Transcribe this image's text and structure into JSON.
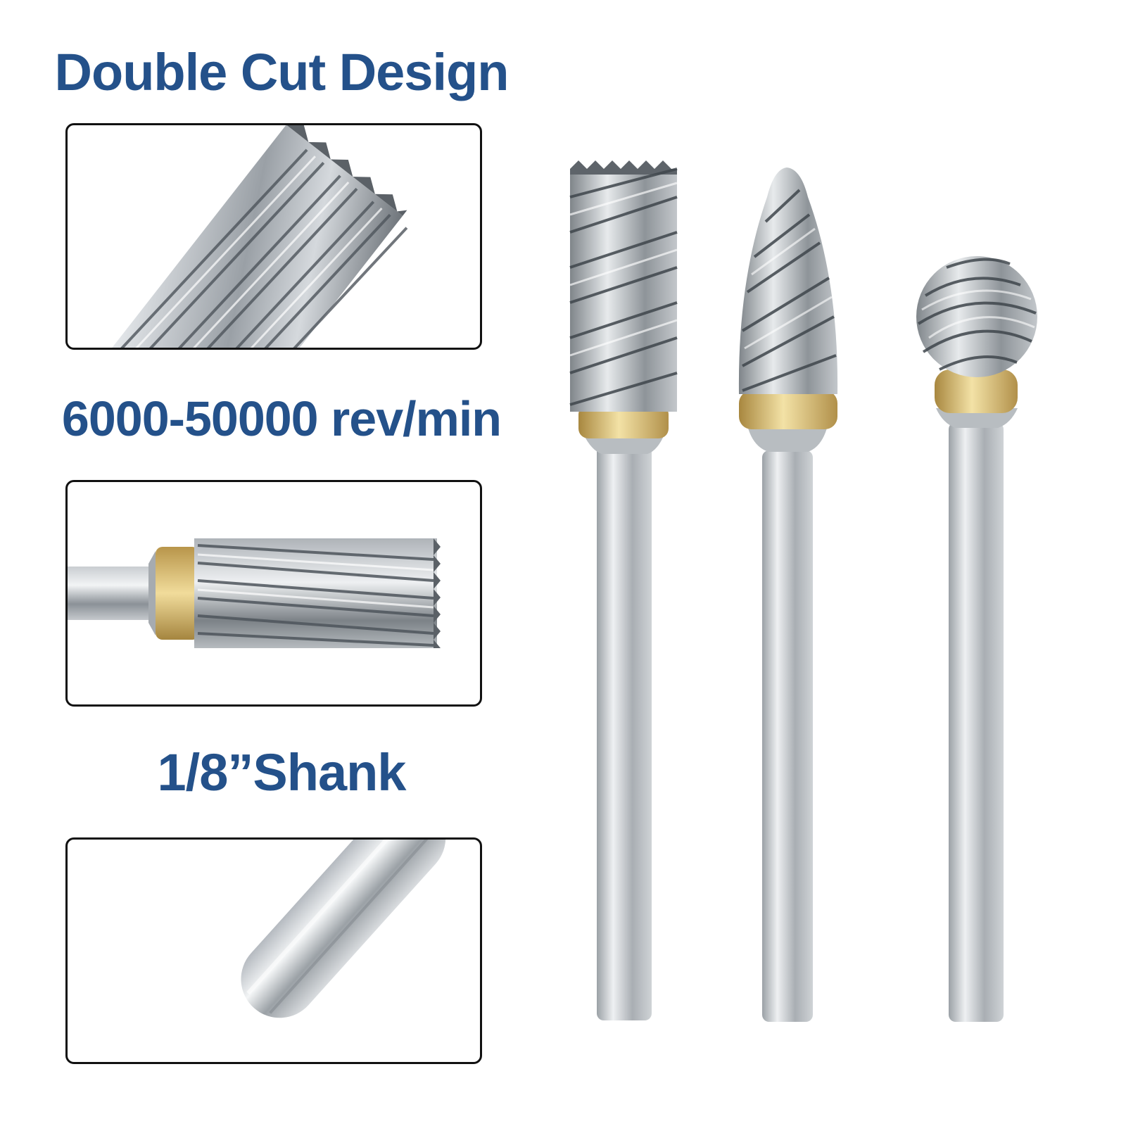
{
  "brand_color": "#24518a",
  "features": [
    {
      "title": "Double Cut Design",
      "image": "double-cut-flutes-closeup"
    },
    {
      "title": "6000-50000 rev/min",
      "image": "cylinder-bur-side-view"
    },
    {
      "title": "1/8”Shank",
      "image": "shank-closeup"
    }
  ],
  "products": [
    {
      "shape": "cylinder"
    },
    {
      "shape": "tree"
    },
    {
      "shape": "ball"
    }
  ]
}
